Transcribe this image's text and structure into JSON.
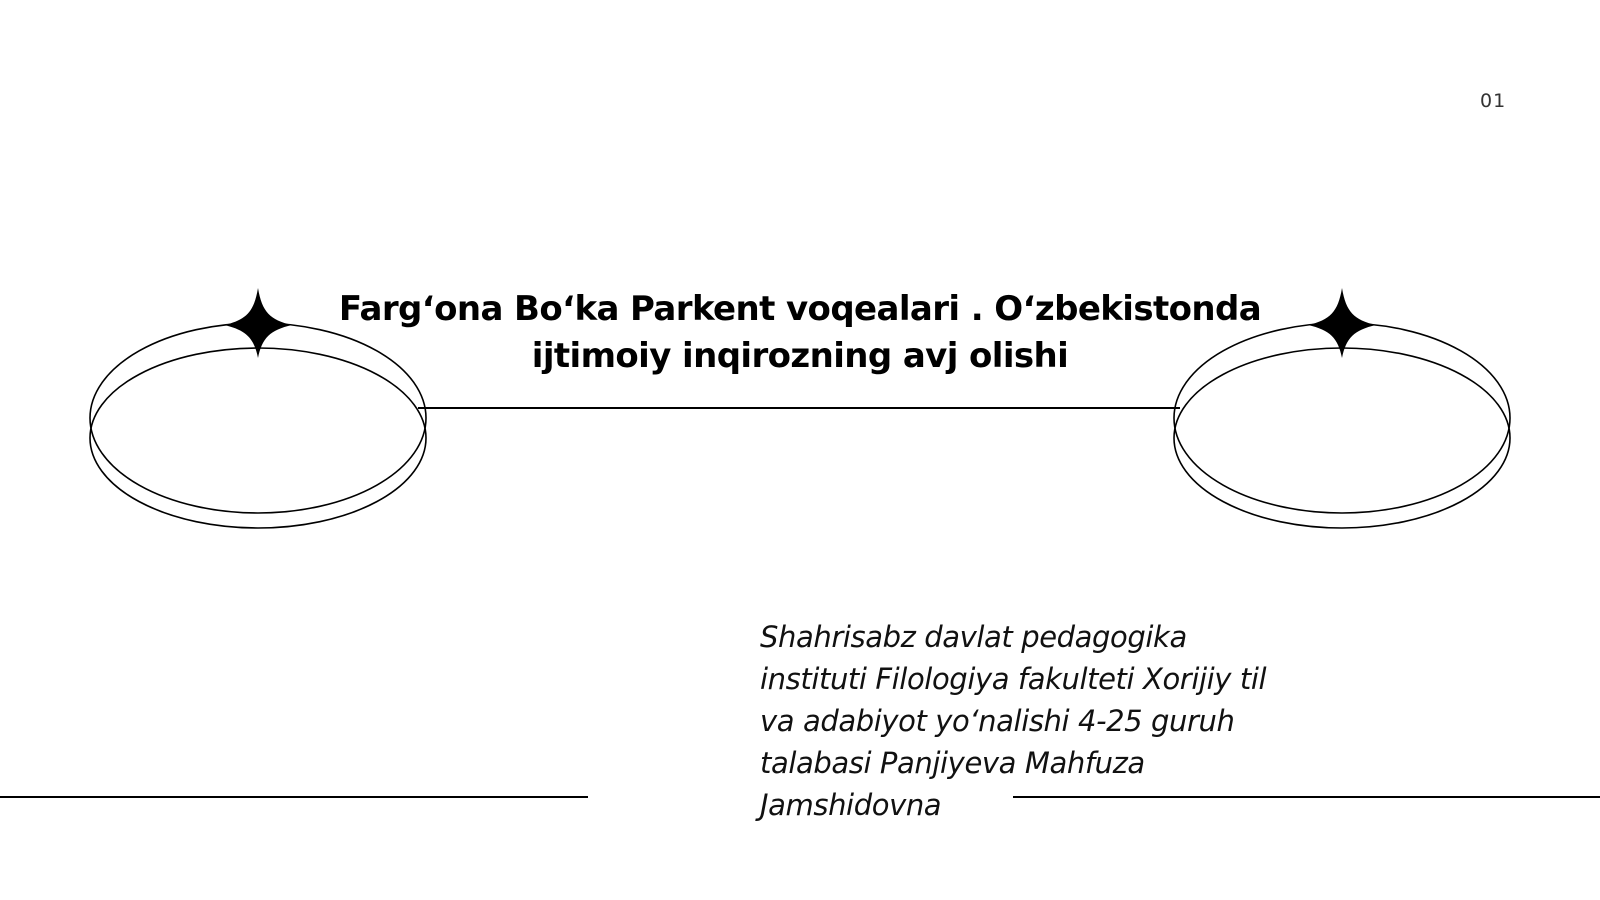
{
  "slide": {
    "page_number": "01",
    "title_lines": [
      "Farg‘ona Bo‘ka Parkent voqealari . O‘zbekistonda",
      "ijtimoiy inqirozning avj olishi"
    ],
    "author_lines": [
      "Shahrisabz davlat pedagogika",
      "instituti Filologiya fakulteti Xorijiy til",
      "va adabiyot yo‘nalishi 4-25 guruh",
      "talabasi Panjiyeva Mahfuza",
      "Jamshidovna"
    ],
    "decorations": {
      "left_ring_icon": "double-ellipse-ring",
      "right_ring_icon": "double-ellipse-ring",
      "star_icon": "four-point-star",
      "line_color": "#000000",
      "background": "#ffffff"
    }
  }
}
